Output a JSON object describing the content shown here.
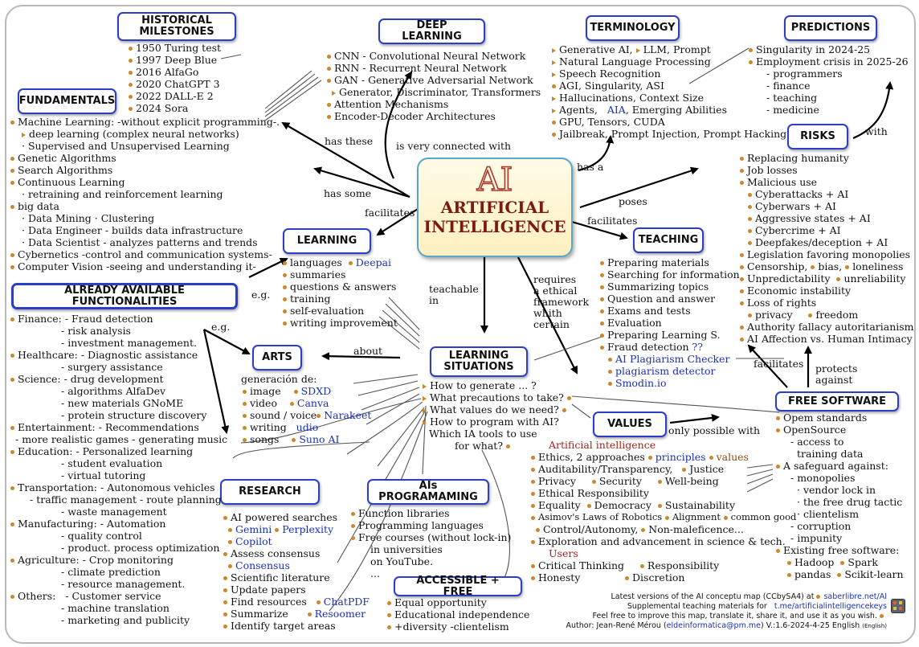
{
  "center": {
    "title": "AI",
    "subtitle1": "ARTIFICIAL",
    "subtitle2": "INTELLIGENCE"
  },
  "boxes": {
    "historical": "HISTORICAL MILESTONES",
    "deep_learning": "DEEP LEARNING",
    "terminology": "TERMINOLOGY",
    "predictions": "PREDICTIONS",
    "fundamentals": "FUNDAMENTALS",
    "risks": "RISKS",
    "learning": "LEARNING",
    "teaching": "TEACHING",
    "already": "ALREADY AVAILABLE FUNCTIONALITIES",
    "arts": "ARTS",
    "learning_situations": "LEARNING SITUATIONS",
    "values": "VALUES",
    "free_software": "FREE SOFTWARE",
    "research": "RESEARCH",
    "ais_programming": "AIs PROGRAMAMING",
    "accessible": "ACCESSIBLE + FREE"
  },
  "links": {
    "has_these": "has these",
    "very_connected": "is very connected with",
    "has_some": "has some",
    "facilitates_learning": "facilitates",
    "has_a": "has a",
    "poses": "poses",
    "facilitates_teaching": "facilitates",
    "teachable_in": "teachable\nin",
    "requires": "requires\na ethical\nframework\nwhith\ncertain",
    "eg1": "e.g.",
    "eg2": "e.g.",
    "about": "about",
    "with": "with",
    "facilitates_free": "facilitates",
    "protects": "protects\nagainst",
    "only_possible": "only possible with"
  },
  "historical": [
    "1950 Turing test",
    "1997 Deep Blue",
    "2016 AlfaGo",
    "2020 ChatGPT 3",
    "2022 DALL-E 2",
    "2024 Sora"
  ],
  "deep_learning": [
    "CNN - Convolutional Neural Network",
    "RNN - Recurrent Neural Network",
    "GAN - Generative Adversarial Network",
    "Generator, Discriminator, Transformers",
    "Attention Mechanisms",
    "Encoder-Decoder Architectures"
  ],
  "terminology": {
    "l1": "Generative AI,",
    "l1b": "LLM, Prompt",
    "l2": "Natural Language Processing",
    "l3": "Speech Recognition",
    "l4": "AGI, Singularity, ASI",
    "l5": "Hallucinations, Context Size",
    "l6a": "Agents,",
    "l6b": "AIA",
    "l6c": ", Emerging Abilities",
    "l7": "GPU, Tensors, CUDA",
    "l8": "Jailbreak, Prompt Injection, Prompt Hacking"
  },
  "predictions": {
    "p1": "Singularity in 2024-25",
    "p2": "Employment crisis in 2025-26",
    "subs": [
      "- programmers",
      "- finance",
      "- teaching",
      "- medicine"
    ]
  },
  "fundamentals": {
    "l1": "Machine Learning: -without explicit programming-.",
    "l2": "deep learning  (complex neural networks)",
    "l3": "Supervised and Unsupervised Learning",
    "l4": "Genetic Algorithms",
    "l5": "Search Algorithms",
    "l6": "Continuous Learning",
    "l7": "retraining and reinforcement learning",
    "l8": "big data",
    "l9": "Data Mining · Clustering",
    "l10": "Data Engineer - builds data infrastructure",
    "l11": "Data Scientist - analyzes patterns and trends",
    "l12": "Cybernetics -control and communication systems-",
    "l13": "Computer Vision -seeing and understanding it-"
  },
  "risks": {
    "r1": "Replacing humanity",
    "r2": "Job losses",
    "r3": "Malicious use",
    "r4": "Cyberattacks + AI",
    "r5": "Cyberwars + AI",
    "r6": "Aggressive states + AI",
    "r7": "Cybercrime + AI",
    "r8": "Deepfakes/deception + AI",
    "r9": "Legislation favoring monopolies",
    "r10a": "Censorship,",
    "r10b": "bias,",
    "r10c": "loneliness",
    "r11a": "Unpredictability",
    "r11b": "unreliability",
    "r12": "Economic instability",
    "r13": "Loss of rights",
    "r14a": "privacy",
    "r14b": "freedom",
    "r15": "Authority fallacy autoritarianism",
    "r16": "AI Affection vs. Human Intimacy"
  },
  "learning": {
    "l1": "languages",
    "l1b": "Deepai",
    "l2": "summaries",
    "l3": "questions & answers",
    "l4": "training",
    "l5": "self-evaluation",
    "l6": "writing improvement"
  },
  "teaching": {
    "items": [
      "Preparing materials",
      "Searching for information",
      "Summarizing topics",
      "Question and answer",
      "Exams and tests",
      "Evaluation",
      "Preparing Learning S."
    ],
    "fraud": "Fraud detection",
    "fraud_q": "??",
    "tools": [
      "AI Plagiarism Checker",
      "plagiarism detector",
      "Smodin.io"
    ]
  },
  "already": {
    "finance": "Finance:",
    "finance_items": [
      "- Fraud detection",
      "- risk analysis",
      "- investment management."
    ],
    "health": "Healthcare:",
    "health_items": [
      "- Diagnostic assistance",
      "- surgery assistance"
    ],
    "science": "Science:",
    "science_items": [
      "- drug development",
      "- algorithms AlfaDev",
      "- new materials  GNoME",
      "- protein structure discovery"
    ],
    "entertainment": "Entertainment:",
    "entertainment_items": [
      "- Recommendations",
      "- more realistic games - generating music"
    ],
    "education": "Education:",
    "education_items": [
      "- Personalized learning",
      "- student evaluation",
      "- virtual tutoring"
    ],
    "transport": "Transportation:",
    "transport_items": [
      "- Autonomous vehicles",
      "- traffic management - route planning",
      "- waste management"
    ],
    "manufacturing": "Manufacturing:",
    "manufacturing_items": [
      "- Automation",
      "- quality control",
      "- product. process optimization"
    ],
    "agriculture": "Agriculture:",
    "agriculture_items": [
      "- Crop monitoring",
      "- climate prediction",
      "- resource management."
    ],
    "others": "Others:",
    "others_items": [
      "- Customer service",
      "- machine translation",
      "- marketing and publicity"
    ]
  },
  "arts": {
    "intro": "generación de:",
    "items": [
      "image",
      "video",
      "sound / voice",
      "writing",
      "songs"
    ],
    "tools": [
      "SDXD",
      "Canva",
      "Narakeet",
      "udio",
      "Suno AI"
    ]
  },
  "learning_situations": [
    "How to generate ... ?",
    "What precautions to take?",
    "What values do we need?",
    "How to program with AI?",
    "Which IA tools to use",
    "for what?"
  ],
  "values": {
    "header": "Artificial intelligence",
    "v1a": "Ethics, 2 approaches",
    "v1b": "principles",
    "v1c": "values",
    "v2a": "Auditability/Transparency,",
    "v2b": "Justice",
    "v3a": "Privacy",
    "v3b": "Security",
    "v3c": "Well-being",
    "v4": "Ethical Responsibility",
    "v5a": "Equality",
    "v5b": "Democracy",
    "v5c": "Sustainability",
    "v6a": "Asimov's Laws of Robotics",
    "v6b": "Alignment",
    "v6c": "common good",
    "v7a": "Control/Autonomy,",
    "v7b": "Non-maleficence...",
    "v8": "Exploration and advancement in science & tech.",
    "users": "Users",
    "u1": "Critical Thinking",
    "u2": "Responsibility",
    "u3": "Honesty",
    "u4": "Discretion"
  },
  "free_software": {
    "f1": "Opem standards",
    "f2": "OpenSource",
    "f3": "- access to",
    "f4": "training data",
    "f5": "A safeguard against:",
    "f6": "- monopolies",
    "f7": "· vendor lock in",
    "f8": "· the free drug tactic",
    "f9": "· clientelism",
    "f10": "- corruption",
    "f11": "- impunity",
    "f12": "Existing free software:",
    "s1": "Hadoop",
    "s2": "Spark",
    "s3": "pandas",
    "s4": "Scikit-learn"
  },
  "research": {
    "r1": "AI powered searches",
    "r1a": "Gemini",
    "r1b": "Perplexity",
    "r1c": "Copilot",
    "r2": "Assess consensus",
    "r2a": "Consensus",
    "r3": "Scientific literature",
    "r4": "Update papers",
    "r5": "Find resources",
    "r5a": "ChatPDF",
    "r6": "Summarize",
    "r6a": "Resoomer",
    "r7": "Identify target areas"
  },
  "ais_programming": [
    "Function libraries",
    "Programming languages",
    "Free courses (without lock-in)",
    "in universities",
    "on YouTube.",
    "..."
  ],
  "accessible": [
    "Equal opportunity",
    "Educational independence",
    "+diversity -clientelism"
  ],
  "footer": {
    "l1": "Latest versions of the AI conceptu map (CCbySA4) at",
    "l1b": "saberlibre.net/AI",
    "l2": "Supplemental teaching materials for",
    "l2b": "t.me/artificialintelligencekeys",
    "l3": "Feel free to improve this map, translate it, share it, and use it as you wish.",
    "l4": "Author: Jean-René Mérou (",
    "l4b": "eldeinformatica@pm.me",
    "l4c": ") V.:1.6-2024-4-25 English",
    "l4d": "(English)"
  },
  "colors": {
    "box_border": "#2b3ec4",
    "link_blue": "#1b2fb8",
    "bullet": "#c8882e",
    "ai_red": "#a43a2c",
    "frame": "#b9b9b9"
  }
}
